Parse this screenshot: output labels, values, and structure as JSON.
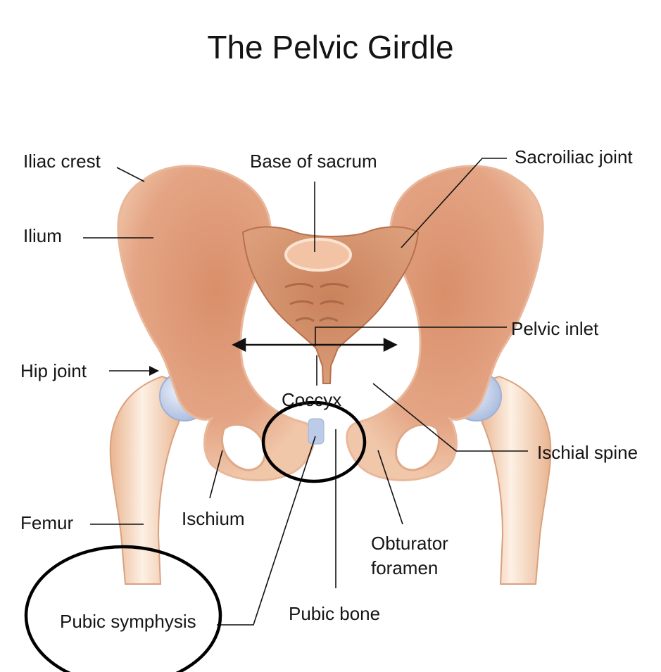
{
  "title": "The Pelvic Girdle",
  "labels": {
    "iliac_crest": "Iliac crest",
    "base_of_sacrum": "Base of sacrum",
    "sacroiliac_joint": "Sacroiliac joint",
    "ilium": "Ilium",
    "pelvic_inlet": "Pelvic inlet",
    "hip_joint": "Hip joint",
    "coccyx": "Coccyx",
    "ischial_spine": "Ischial spine",
    "femur": "Femur",
    "ischium": "Ischium",
    "obturator_foramen_1": "Obturator",
    "obturator_foramen_2": "foramen",
    "pubic_bone": "Pubic bone",
    "pubic_symphysis": "Pubic symphysis"
  },
  "colors": {
    "bone": "#dd9e78",
    "bone_dark": "#c07a52",
    "bone_light": "#f6d4bc",
    "cartilage": "#b9c9e6",
    "femur_light": "#fbe7d6",
    "line": "#111111"
  }
}
